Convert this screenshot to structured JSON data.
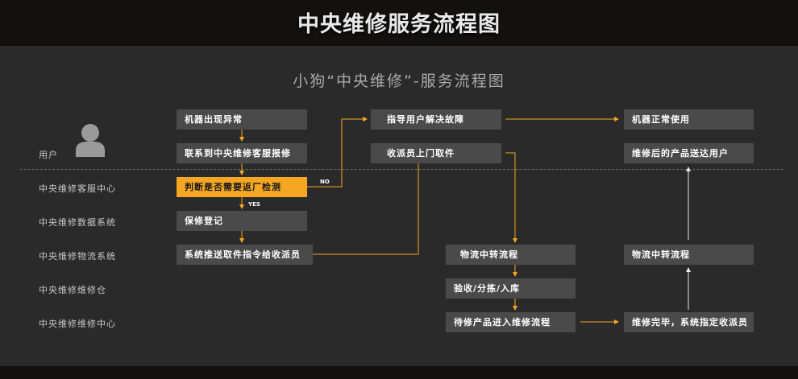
{
  "header": {
    "title": "中央维修服务流程图"
  },
  "diagram": {
    "subtitle": "小狗“中央维修”-服务流程图",
    "lanes": [
      "用户",
      "中央维修客服中心",
      "中央维修数据系统",
      "中央维修物流系统",
      "中央维修维修仓",
      "中央维修维修中心"
    ],
    "nodes": {
      "machine_fault": "机器出现异常",
      "contact_service": "联系到中央维修客服报修",
      "judge_return": "判断是否需要返厂检测",
      "warranty_register": "保修登记",
      "push_pickup": "系统推送取件指令给收派员",
      "guide_user": "指导用户解决故障",
      "courier_pickup": "收派员上门取件",
      "normal_use": "机器正常使用",
      "deliver_to_user": "维修后的产品送达用户",
      "logistics_transfer_1": "物流中转流程",
      "inspect_sort": "验收/分拣/入库",
      "enter_repair": "待修产品进入维修流程",
      "logistics_transfer_2": "物流中转流程",
      "repair_done": "维修完毕，系统指定收派员"
    },
    "branch_no": "NO",
    "branch_yes": "YES",
    "colors": {
      "highlight": "#f5a623",
      "box": "#4a4a4a",
      "arrow_orange": "#f5a623",
      "arrow_white": "#e8e8e8"
    }
  }
}
